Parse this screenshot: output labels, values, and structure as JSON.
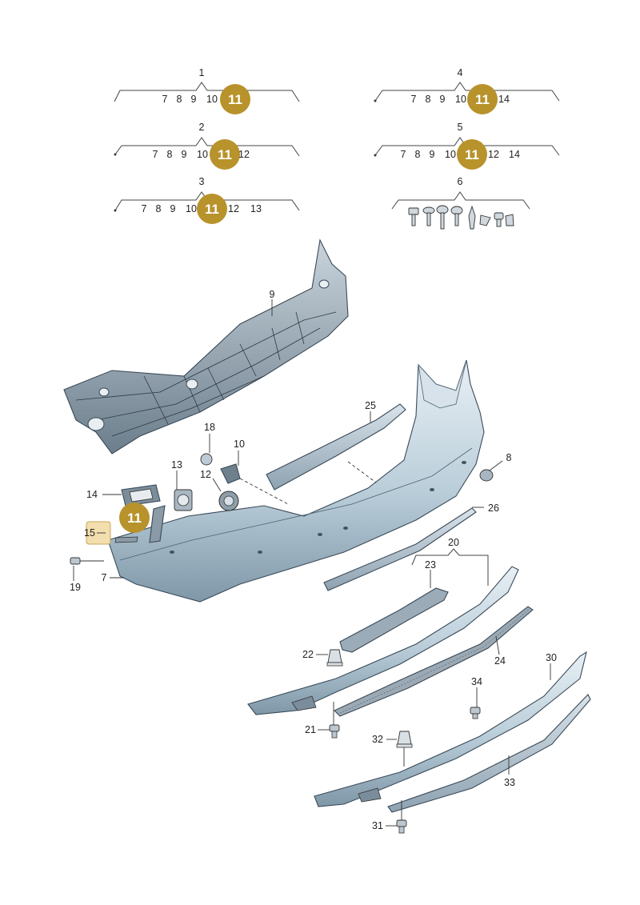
{
  "groups": [
    {
      "id": "1",
      "items": [
        "7",
        "8",
        "9",
        "10",
        "11"
      ]
    },
    {
      "id": "2",
      "items": [
        "7",
        "8",
        "9",
        "10",
        "11",
        "12"
      ]
    },
    {
      "id": "3",
      "items": [
        "7",
        "8",
        "9",
        "10",
        "11",
        "12",
        "13"
      ]
    },
    {
      "id": "4",
      "items": [
        "7",
        "8",
        "9",
        "10",
        "11",
        "14"
      ]
    },
    {
      "id": "5",
      "items": [
        "7",
        "8",
        "9",
        "10",
        "11",
        "12",
        "14"
      ]
    },
    {
      "id": "6",
      "items": []
    }
  ],
  "highlight": {
    "number": "11",
    "color": "#b8922b"
  },
  "callouts": {
    "c7": "7",
    "c8": "8",
    "c9": "9",
    "c10": "10",
    "c12": "12",
    "c13": "13",
    "c14": "14",
    "c15": "15",
    "c18": "18",
    "c19": "19",
    "c20": "20",
    "c21": "21",
    "c22": "22",
    "c23": "23",
    "c24": "24",
    "c25": "25",
    "c26": "26",
    "c30": "30",
    "c31": "31",
    "c32": "32",
    "c33": "33",
    "c34": "34"
  },
  "colors": {
    "bumper": "#b9cdd9",
    "bumper_dark": "#7f97a8",
    "carrier": "#7d8e9c",
    "line": "#333333"
  }
}
